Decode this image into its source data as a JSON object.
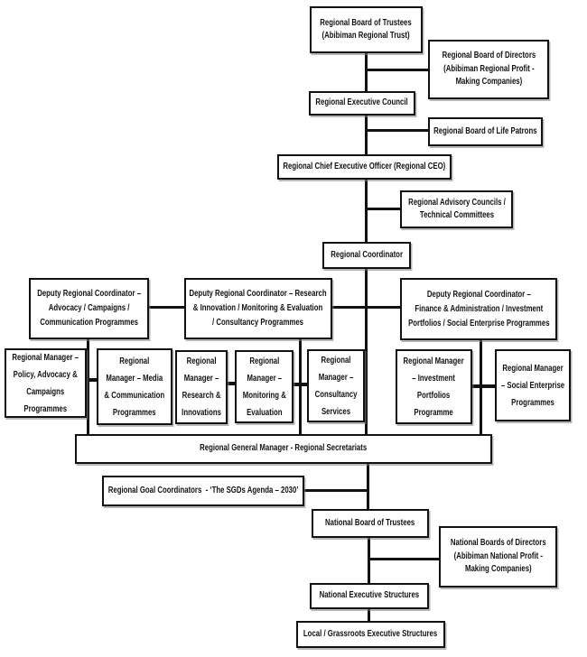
{
  "nodes": {
    "trustees_regional": {
      "label": "Regional Board of Trustees\n(Abibiman Regional Trust)"
    },
    "directors_regional": {
      "label": "Regional Board of Directors\n(Abibiman Regional Profit -\nMaking Companies)"
    },
    "exec_council": {
      "label": "Regional Executive Council"
    },
    "life_patrons": {
      "label": "Regional Board of Life Patrons"
    },
    "ceo": {
      "label": "Regional Chief Executive Officer (Regional CEO)"
    },
    "advisory": {
      "label": "Regional Advisory Councils /\nTechnical Committees"
    },
    "coordinator": {
      "label": "Regional Coordinator"
    },
    "deputy_advocacy": {
      "label": "Deputy Regional Coordinator –\nAdvocacy / Campaigns /\nCommunication Programmes"
    },
    "deputy_research": {
      "label": "Deputy Regional Coordinator – Research\n& Innovation / Monitoring & Evaluation\n/ Consultancy Programmes"
    },
    "deputy_finance": {
      "label": "Deputy Regional Coordinator –\nFinance & Administration / Investment\nPortfolios / Social Enterprise Programmes"
    },
    "mgr_policy": {
      "label": "Regional Manager –\nPolicy, Advocacy &\nCampaigns\nProgrammes"
    },
    "mgr_media": {
      "label": "Regional\nManager – Media\n& Communication\nProgrammes"
    },
    "mgr_research": {
      "label": "Regional\nManager –\nResearch &\nInnovations"
    },
    "mgr_monitoring": {
      "label": "Regional\nManager –\nMonitoring &\nEvaluation"
    },
    "mgr_consultancy": {
      "label": "Regional\nManager –\nConsultancy\nServices"
    },
    "mgr_investment": {
      "label": "Regional Manager\n– Investment\nPortfolios\nProgramme"
    },
    "mgr_social": {
      "label": "Regional Manager\n– Social Enterprise\nProgrammes"
    },
    "general_manager": {
      "label": "Regional General Manager - Regional Secretariats"
    },
    "goal_coordinators": {
      "label": "Regional Goal Coordinators  - ‘The SGDs Agenda – 2030’"
    },
    "nat_trustees": {
      "label": "National Board of Trustees"
    },
    "nat_directors": {
      "label": "National Boards of Directors\n(Abibiman National Profit -\nMaking Companies)"
    },
    "nat_exec": {
      "label": "National Executive Structures"
    },
    "local_exec": {
      "label": "Local / Grassroots Executive Structures"
    }
  },
  "colors": {
    "background": "#ffffff",
    "box_border": "#121212",
    "connector": "#121212",
    "text": "#121212"
  }
}
